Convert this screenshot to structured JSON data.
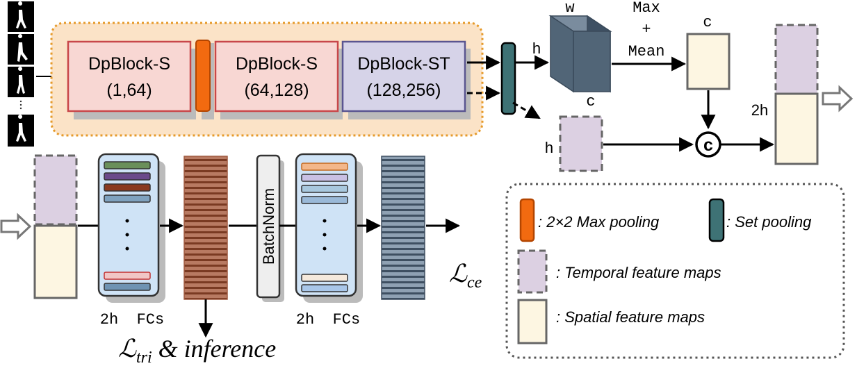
{
  "colors": {
    "backbone_fill": "#fbe3c7",
    "backbone_border": "#e69a2a",
    "block_s_fill": "#f8d7d3",
    "block_s_border": "#c8474a",
    "block_st_fill": "#d6d3e8",
    "block_st_border": "#5a5590",
    "max_pool": "#f26a10",
    "set_pool": "#3e7275",
    "cube_front": "#516577",
    "temporal_fill": "#dcd0e2",
    "spatial_fill": "#fdf6e2",
    "fc_panel": "#cfe3f6"
  },
  "backbone": {
    "blocks": [
      {
        "name": "DpBlock-S",
        "params": "(1,64)"
      },
      {
        "name": "DpBlock-S",
        "params": "(64,128)"
      },
      {
        "name": "DpBlock-ST",
        "params": "(128,256)"
      }
    ]
  },
  "pooling_branch": {
    "cube_w": "w",
    "cube_h": "h",
    "cube_c": "c",
    "op_max": "Max",
    "op_plus": "+",
    "op_mean": "Mean",
    "spatial_c": "c",
    "temporal_h": "h",
    "concat_symbol": "c",
    "out_2h": "2h"
  },
  "head": {
    "fc1_label": "2h  FCs",
    "fc2_label": "2h  FCs",
    "dots": ".",
    "batchnorm": "BatchNorm",
    "loss_tri_symbol": "ℒ",
    "loss_tri_sub": "tri",
    "loss_tri_rest": " & inference",
    "loss_ce_symbol": "ℒ",
    "loss_ce_sub": "ce"
  },
  "legend": {
    "max_pooling": ": 2×2 Max pooling",
    "set_pooling": ": Set pooling",
    "temporal": ": Temporal feature maps",
    "spatial": ": Spatial feature maps"
  }
}
